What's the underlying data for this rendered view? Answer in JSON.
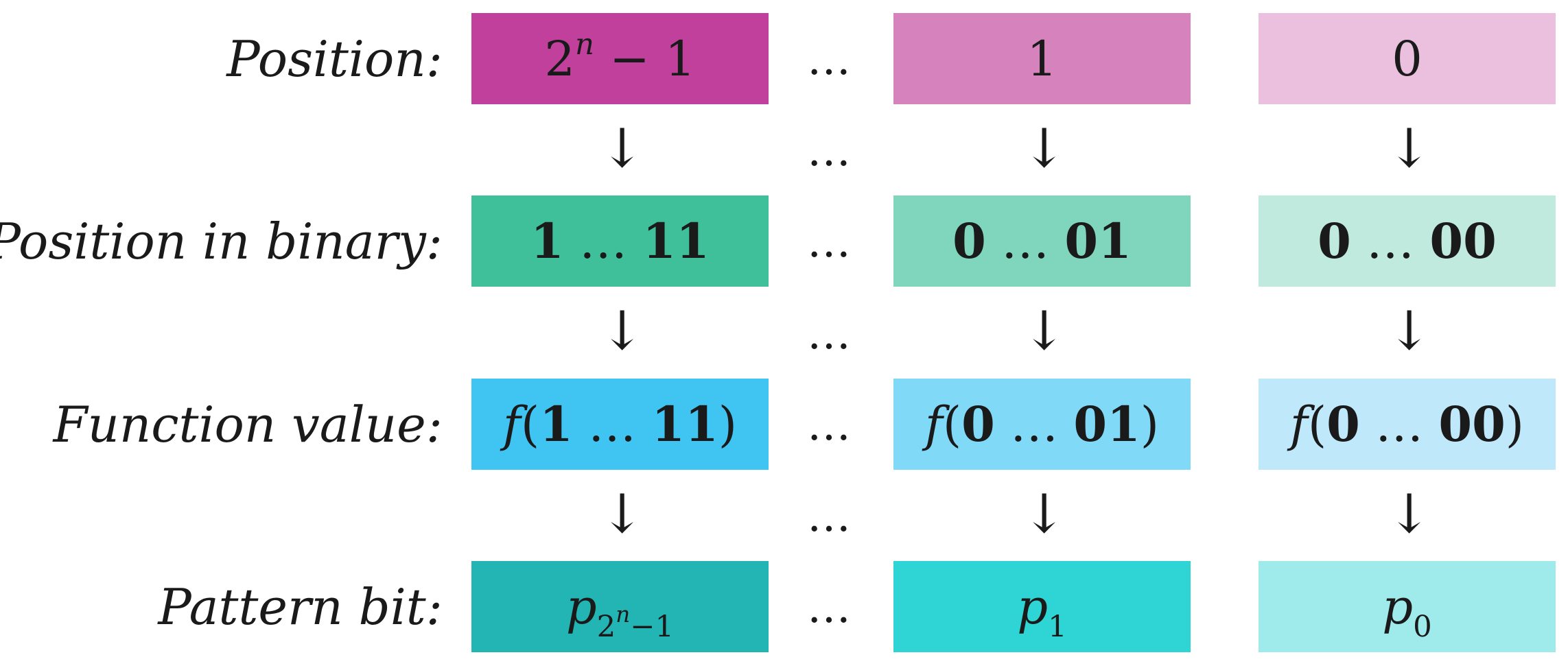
{
  "rows": [
    {
      "label": "Position:",
      "colors": [
        "#c1409b",
        "#d682bd",
        "#ebc0df"
      ],
      "cells": [
        {
          "main": "2",
          "sup": "n",
          "tail": " − 1"
        },
        {
          "main": "1"
        },
        {
          "main": "0"
        }
      ]
    },
    {
      "label": "Position in binary:",
      "colors": [
        "#40bf9b",
        "#7fd6bc",
        "#bfeadd"
      ],
      "cells": [
        {
          "a": "1",
          "dots": " … ",
          "b": "11"
        },
        {
          "a": "0",
          "dots": " … ",
          "b": "01"
        },
        {
          "a": "0",
          "dots": " … ",
          "b": "00"
        }
      ]
    },
    {
      "label": "Function value:",
      "colors": [
        "#40c4f2",
        "#80d9f7",
        "#bfe9fa"
      ],
      "cells": [
        {
          "f": "f",
          "open": "(",
          "a": "1",
          "dots": " … ",
          "b": "11",
          "close": ")"
        },
        {
          "f": "f",
          "open": "(",
          "a": "0",
          "dots": " … ",
          "b": "01",
          "close": ")"
        },
        {
          "f": "f",
          "open": "(",
          "a": "0",
          "dots": " … ",
          "b": "00",
          "close": ")"
        }
      ]
    },
    {
      "label": "Pattern bit:",
      "colors": [
        "#23b4b4",
        "#2fd4d4",
        "#9feaea"
      ],
      "cells": [
        {
          "p": "p",
          "sub": "2",
          "subsup": "n",
          "subtail": "−1"
        },
        {
          "p": "p",
          "sub": "1"
        },
        {
          "p": "p",
          "sub": "0"
        }
      ]
    }
  ],
  "ellipsis": "…",
  "arrow": "↓"
}
